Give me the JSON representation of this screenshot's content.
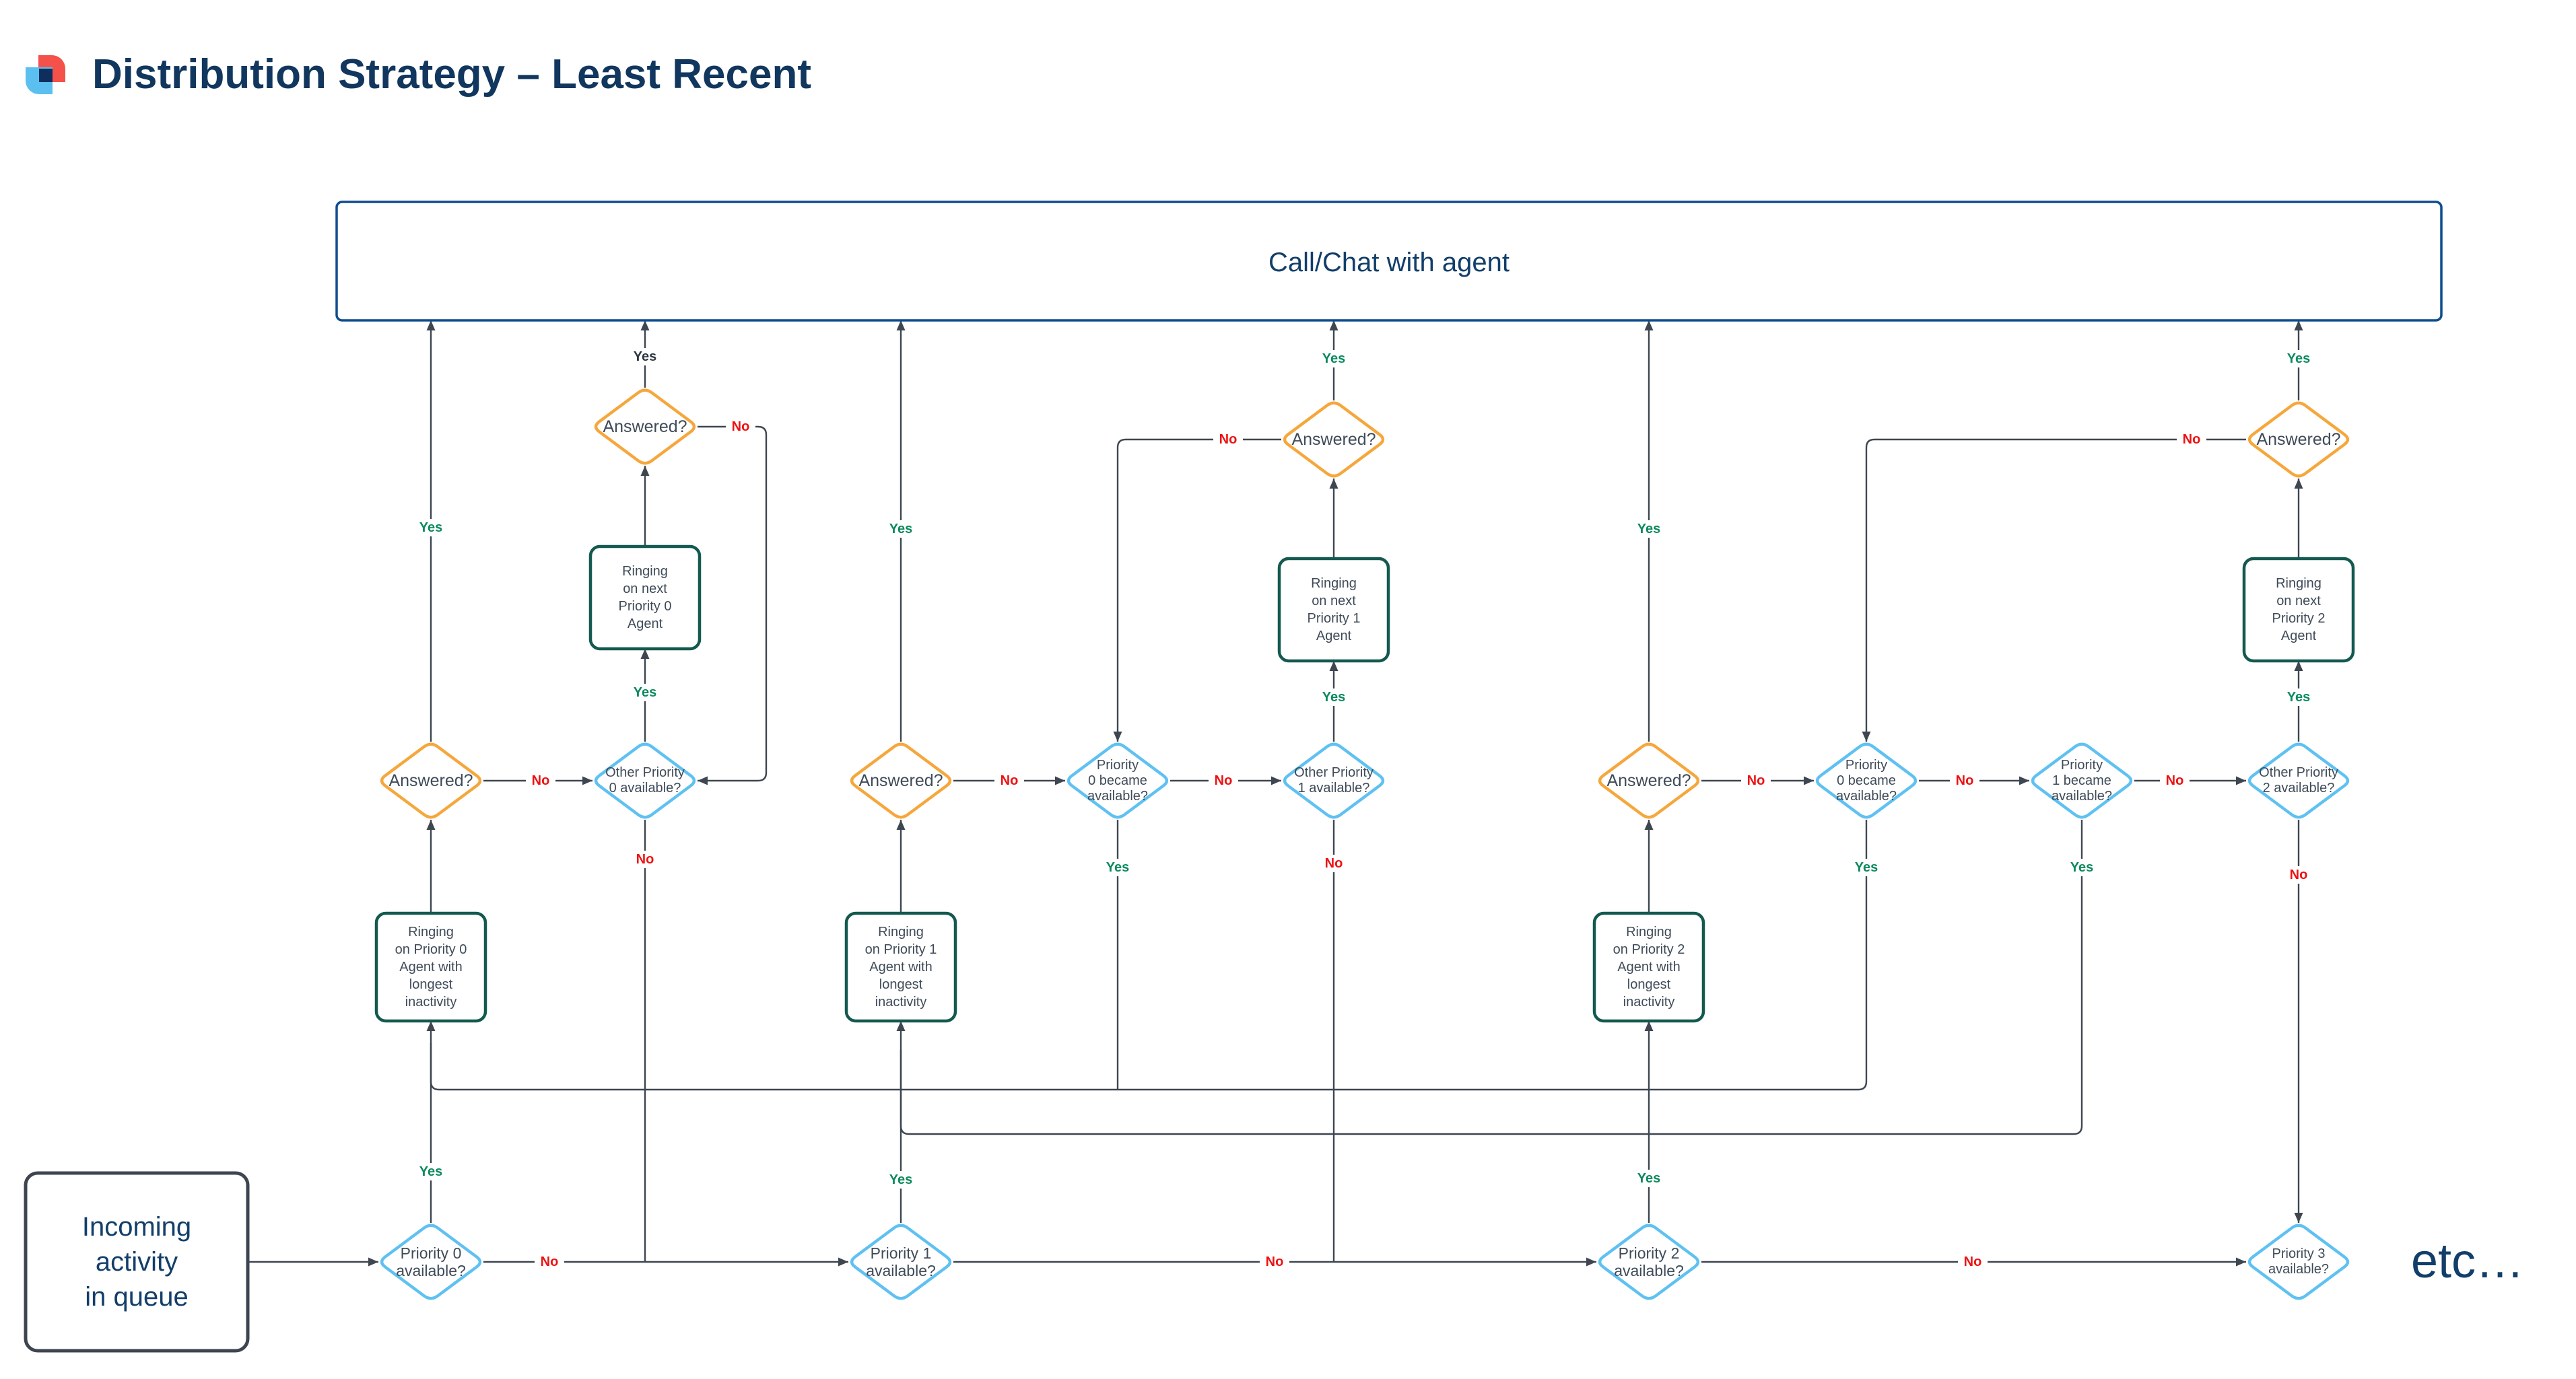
{
  "header": {
    "title": "Distribution Strategy – Least Recent"
  },
  "terminals": {
    "call_chat": "Call/Chat with agent",
    "incoming": "Incoming\nactivity\nin queue",
    "etc": "etc…"
  },
  "labels": {
    "yes": "Yes",
    "no": "No"
  },
  "nodes": {
    "p0_available": "Priority 0\navailable?",
    "p1_available": "Priority 1\navailable?",
    "p2_available": "Priority 2\navailable?",
    "p3_available": "Priority 3\navailable?",
    "answered": "Answered?",
    "ringing_p0_longest": "Ringing\non Priority 0\nAgent with\nlongest\ninactivity",
    "ringing_p1_longest": "Ringing\non Priority 1\nAgent with\nlongest\ninactivity",
    "ringing_p2_longest": "Ringing\non Priority 2\nAgent with\nlongest\ninactivity",
    "ringing_next_p0": "Ringing\non next\nPriority 0\nAgent",
    "ringing_next_p1": "Ringing\non next\nPriority 1\nAgent",
    "ringing_next_p2": "Ringing\non next\nPriority 2\nAgent",
    "other_p0_available": "Other Priority\n0 available?",
    "other_p1_available": "Other Priority\n1 available?",
    "other_p2_available": "Other Priority\n2 available?",
    "p0_became_available": "Priority\n0 became\navailable?",
    "p1_became_available": "Priority\n1 became\navailable?"
  },
  "colors": {
    "background": "#ffffff",
    "title_navy": "#11375e",
    "terminal_navy_text": "#123e6a",
    "node_text_slate": "#3f4b58",
    "connector": "#3e4650",
    "diamond_blue_stroke": "#5fc1f2",
    "diamond_orange_stroke": "#f6a73c",
    "ringing_box_teal_stroke": "#14594f",
    "incoming_box_stroke": "#3e4450",
    "call_chat_box_stroke": "#0e4d8f",
    "yes_green": "#0b8a5c",
    "yes_dark": "#2e3740",
    "no_red": "#ee1111",
    "logo_red": "#f4514a",
    "logo_light_blue": "#5bc0f0",
    "logo_navy": "#0e2f5e"
  }
}
